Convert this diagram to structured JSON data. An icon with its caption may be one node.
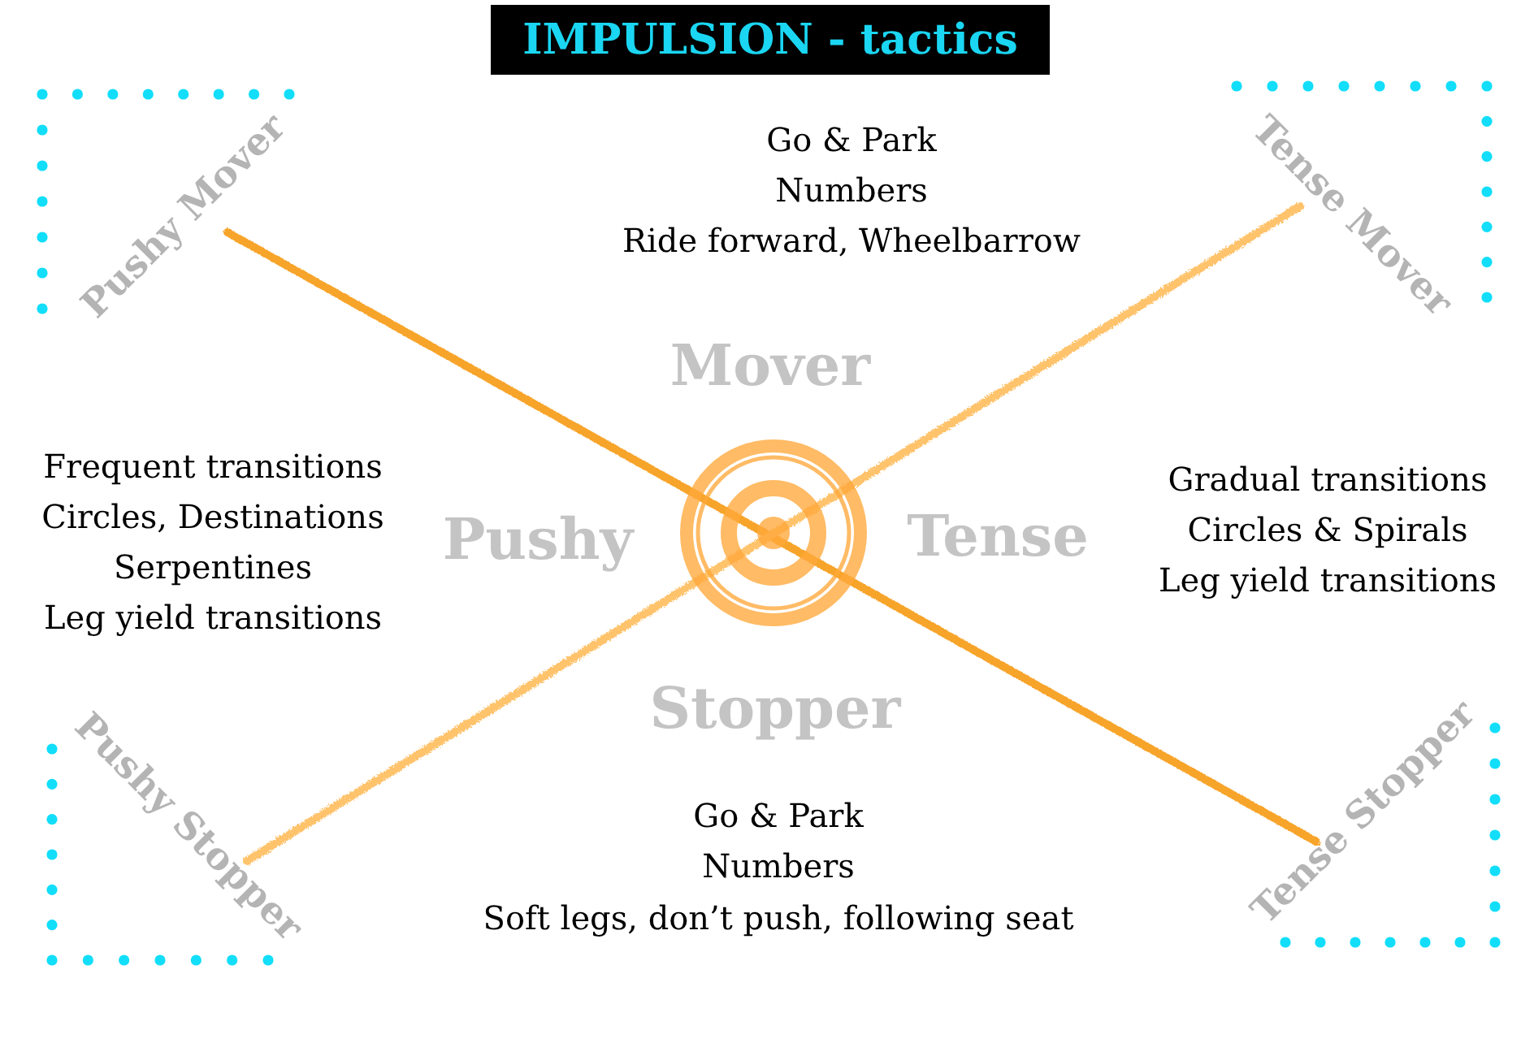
{
  "diagram": {
    "title": "IMPULSION - tactics",
    "labels": [
      "Pushy Mover",
      "Go & Park",
      "Numbers",
      "Ride forward, Wheelbarrow",
      "Tense Mover",
      "Mover",
      "Frequent transitions",
      "Circles, Destinations",
      "Serpentines",
      "Leg yield transitions",
      "Pushy",
      "Tense",
      "Gradual transitions",
      "Circles & Spirals",
      "Leg yield transitions",
      "Pushy Stopper",
      "Stopper",
      "Tense Stopper",
      "Go & Park",
      "Numbers",
      "Soft legs, don’t push, following seat"
    ]
  }
}
